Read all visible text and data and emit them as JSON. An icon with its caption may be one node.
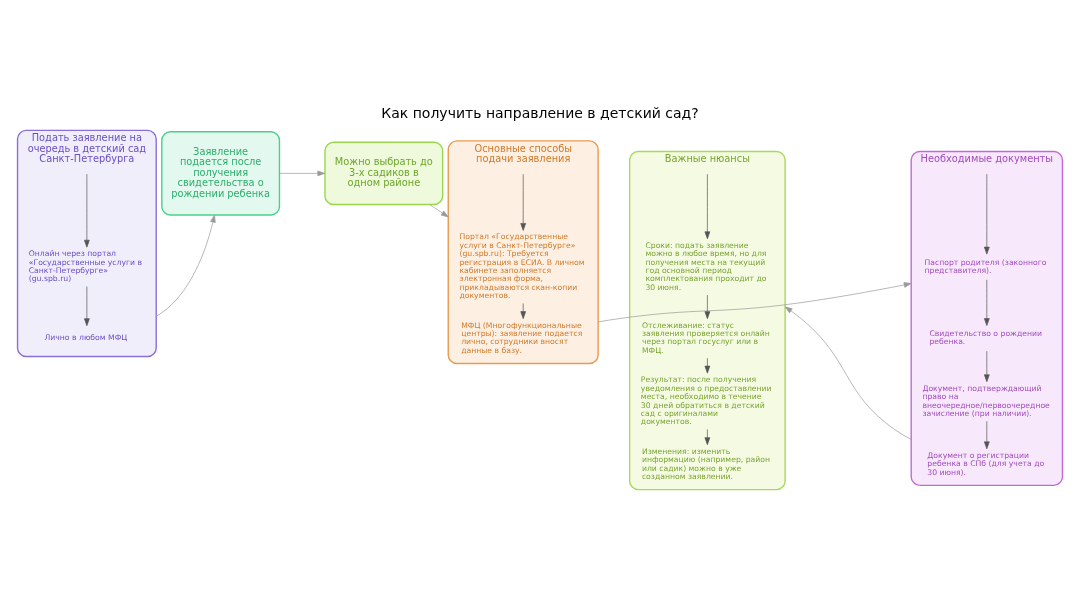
{
  "diagram": {
    "title": "Как получить направление в детский сад?",
    "nodes": [
      {
        "text": [
          "Подать заявление на очередь в детский сад Санкт-Петербурга"
        ]
      },
      {
        "text": [
          "Онлайн через портал «Государственные услуги в Санкт-Петербурге» (gu.spb.ru)"
        ],
        "in": 0
      },
      {
        "text": [
          "Лично в любом МФЦ"
        ],
        "in": 0
      },
      {
        "text": [
          "Заявление подается после получения свидетельства о рождении ребенка"
        ]
      },
      {
        "text": [
          "Можно выбрать до 3-х садиков в одном районе"
        ]
      },
      {
        "text": [
          "Основные способы подачи заявления"
        ]
      },
      {
        "text": [
          "Портал «Государственные услуги в Санкт-Петербурге» (gu.spb.ru): Требуется регистрация в ЕСИА. В личном кабинете заполняется электронная форма, прикладываются скан-копии документов."
        ],
        "in": 5
      },
      {
        "text": [
          "МФЦ (Многофункциональные центры): заявление подается лично, сотрудники вносят данные в базу."
        ],
        "in": 5
      },
      {
        "text": [
          "Необходимые документы"
        ]
      },
      {
        "text": [
          "Паспорт родителя (законного представителя)."
        ],
        "in": 8
      },
      {
        "text": [
          "Свидетельство о рождении ребенка."
        ],
        "in": 8
      },
      {
        "text": [
          "Документ, подтверждающий право на внеочередное/первоочередное зачисление (при наличии)."
        ],
        "in": 8
      },
      {
        "text": [
          "Документ о регистрации ребенка в СПб (для учета до 30 июня)."
        ],
        "in": 8
      },
      {
        "text": [
          "Важные нюансы"
        ]
      },
      {
        "text": [
          "Сроки: подать заявление можно в любое время, но для получения места на текущий год основной период комплектования проходит до 30 июня."
        ],
        "in": 13
      },
      {
        "text": [
          "Отслеживание: статус заявления проверяется онлайн через портал госуслуг или в МФЦ."
        ],
        "in": 13
      },
      {
        "text": [
          "Результат: после получения уведомления о предоставлении места, необходимо в течение 30 дней обратиться в детский сад с оригиналами документов."
        ],
        "in": 13
      },
      {
        "text": [
          "Изменения: изменить информацию (например, район или садик) можно в уже созданном заявлении."
        ],
        "in": 13
      }
    ],
    "edges": [
      {
        "from": 0,
        "to": 1,
        "arrow": "to"
      },
      {
        "from": 1,
        "to": 2,
        "arrow": "to"
      },
      {
        "from": 0,
        "to": 3,
        "arrow": "to"
      },
      {
        "from": 3,
        "to": 4,
        "arrow": "to"
      },
      {
        "from": 4,
        "to": 5,
        "arrow": "to"
      },
      {
        "from": 5,
        "to": 6,
        "arrow": "to"
      },
      {
        "from": 6,
        "to": 7,
        "arrow": "to"
      },
      {
        "from": 5,
        "to": 8,
        "arrow": "to"
      },
      {
        "from": 8,
        "to": 9,
        "arrow": "to"
      },
      {
        "from": 9,
        "to": 10,
        "arrow": "to"
      },
      {
        "from": 10,
        "to": 11,
        "arrow": "to"
      },
      {
        "from": 11,
        "to": 12,
        "arrow": "to"
      },
      {
        "from": 8,
        "to": 13,
        "arrow": "to"
      },
      {
        "from": 13,
        "to": 14,
        "arrow": "to"
      },
      {
        "from": 14,
        "to": 15,
        "arrow": "to"
      },
      {
        "from": 15,
        "to": 16,
        "arrow": "to"
      },
      {
        "from": 16,
        "to": 17,
        "arrow": "to"
      }
    ]
  }
}
